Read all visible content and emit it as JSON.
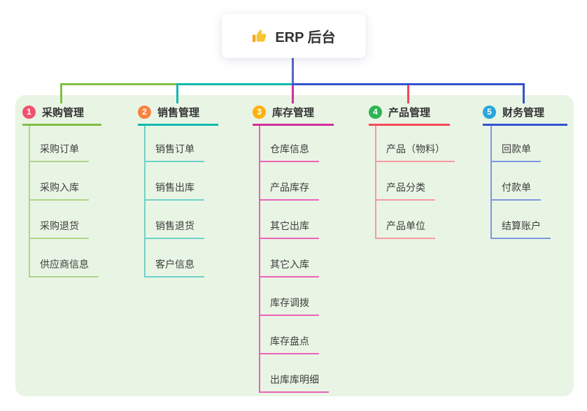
{
  "root": {
    "label": "ERP 后台",
    "icon": "thumbs-up-icon"
  },
  "colors": {
    "canvas_bg": "#ffffff",
    "panel_bg": "#e9f5e4",
    "root_line": "#5864c8",
    "text": "#333333"
  },
  "branches": [
    {
      "index": "1",
      "label": "采购管理",
      "badge_color": "#f0536f",
      "line_color": "#7fc142",
      "child_line_color": "#aed687",
      "children": [
        "采购订单",
        "采购入库",
        "采购退货",
        "供应商信息"
      ]
    },
    {
      "index": "2",
      "label": "销售管理",
      "badge_color": "#f8823f",
      "line_color": "#14b8ae",
      "child_line_color": "#6fd2c8",
      "children": [
        "销售订单",
        "销售出库",
        "销售退货",
        "客户信息"
      ]
    },
    {
      "index": "3",
      "label": "库存管理",
      "badge_color": "#fcb110",
      "line_color": "#d02f9d",
      "child_line_color": "#ec62b8",
      "children": [
        "仓库信息",
        "产品库存",
        "其它出库",
        "其它入库",
        "库存调拨",
        "库存盘点",
        "出库库明细"
      ]
    },
    {
      "index": "4",
      "label": "产品管理",
      "badge_color": "#2cb454",
      "line_color": "#f6485a",
      "child_line_color": "#f79aa2",
      "children": [
        "产品（物料）",
        "产品分类",
        "产品单位"
      ]
    },
    {
      "index": "5",
      "label": "财务管理",
      "badge_color": "#29a6dd",
      "line_color": "#3352d0",
      "child_line_color": "#7e97e0",
      "children": [
        "回款单",
        "付款单",
        "结算账户"
      ]
    }
  ]
}
